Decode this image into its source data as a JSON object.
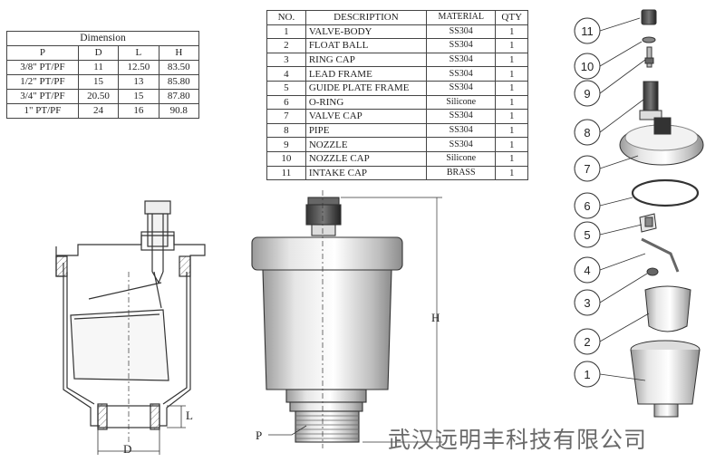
{
  "dimension_table": {
    "title": "Dimension",
    "headers": [
      "P",
      "D",
      "L",
      "H"
    ],
    "rows": [
      [
        "3/8\" PT/PF",
        "11",
        "12.50",
        "83.50"
      ],
      [
        "1/2\" PT/PF",
        "15",
        "13",
        "85.80"
      ],
      [
        "3/4\" PT/PF",
        "20.50",
        "15",
        "87.80"
      ],
      [
        "1\" PT/PF",
        "24",
        "16",
        "90.8"
      ]
    ]
  },
  "parts_table": {
    "headers": [
      "NO.",
      "DESCRIPTION",
      "MATERIAL",
      "QTY"
    ],
    "rows": [
      [
        "1",
        "VALVE-BODY",
        "SS304",
        "1"
      ],
      [
        "2",
        "FLOAT BALL",
        "SS304",
        "1"
      ],
      [
        "3",
        "RING CAP",
        "SS304",
        "1"
      ],
      [
        "4",
        "LEAD FRAME",
        "SS304",
        "1"
      ],
      [
        "5",
        "GUIDE PLATE FRAME",
        "SS304",
        "1"
      ],
      [
        "6",
        "O-RING",
        "Silicone",
        "1"
      ],
      [
        "7",
        "VALVE CAP",
        "SS304",
        "1"
      ],
      [
        "8",
        "PIPE",
        "SS304",
        "1"
      ],
      [
        "9",
        "NOZZLE",
        "SS304",
        "1"
      ],
      [
        "10",
        "NOZZLE CAP",
        "Silicone",
        "1"
      ],
      [
        "11",
        "INTAKE CAP",
        "BRASS",
        "1"
      ]
    ]
  },
  "drawing_labels": {
    "dim_l": "L",
    "dim_d": "D",
    "dim_h": "H",
    "dim_p": "P"
  },
  "callouts": [
    "11",
    "10",
    "9",
    "8",
    "7",
    "6",
    "5",
    "4",
    "3",
    "2",
    "1"
  ],
  "watermark": "武汉远明丰科技有限公司"
}
